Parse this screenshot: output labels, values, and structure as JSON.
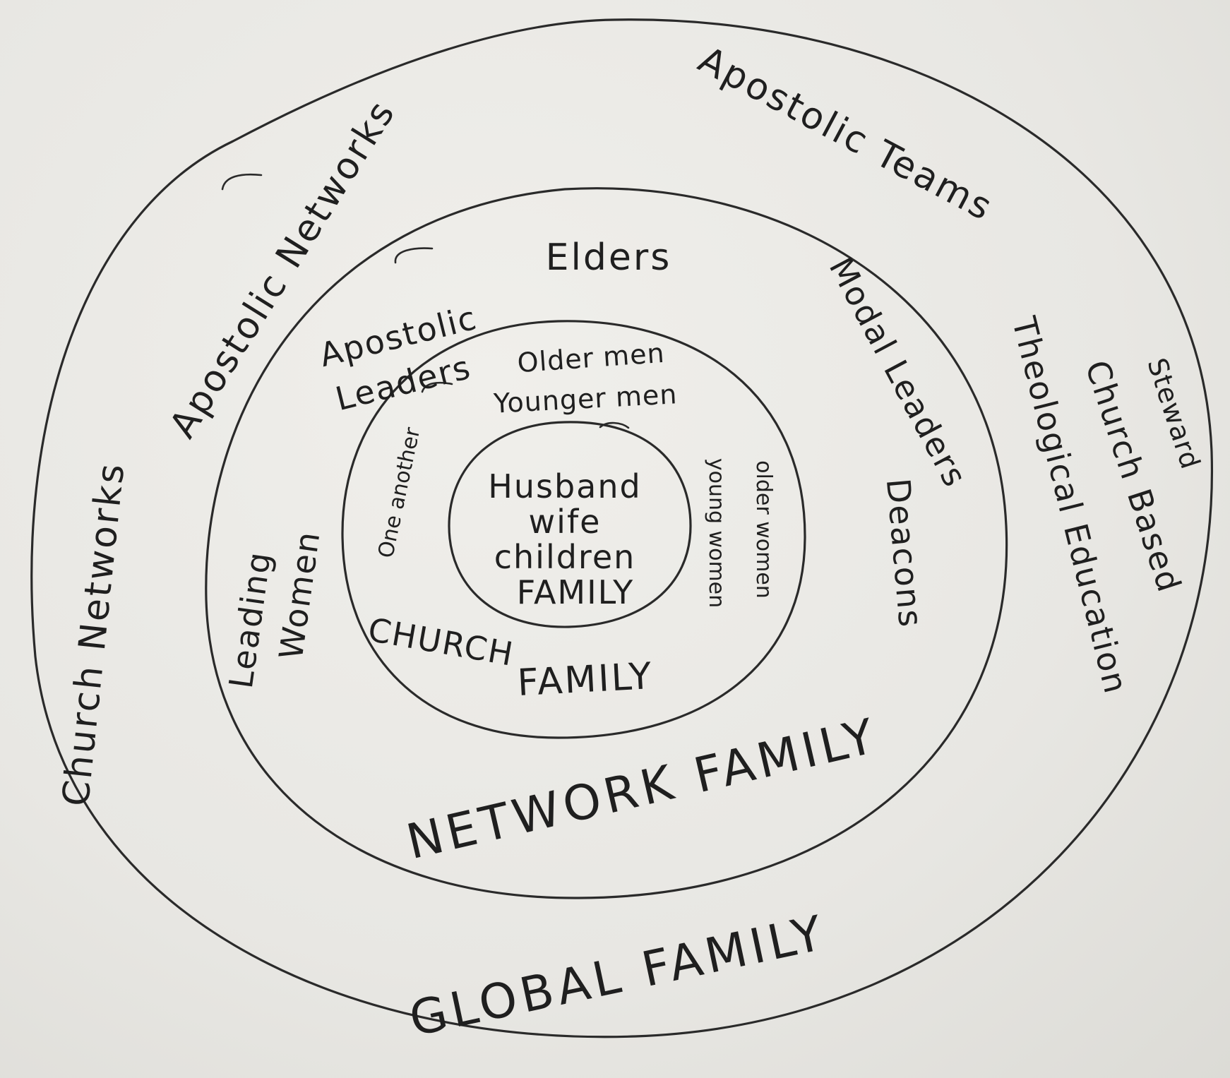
{
  "diagram": {
    "core": {
      "lines": [
        "Husband",
        "wife",
        "children",
        "FAMILY"
      ]
    },
    "church_family": {
      "title": [
        "CHURCH",
        "FAMILY"
      ],
      "older_men": "Older men",
      "younger_men": "Younger men",
      "older_women": "older women",
      "young_women": "young women",
      "one_another": "One another"
    },
    "network_family": {
      "title": "NETWORK FAMILY",
      "elders": "Elders",
      "apostolic_leaders": [
        "Apostolic",
        "Leaders"
      ],
      "modal_leaders": "Modal Leaders",
      "deacons": "Deacons",
      "leading_women": [
        "Leading",
        "Women"
      ]
    },
    "global_family": {
      "title": "GLOBAL FAMILY",
      "apostolic_networks": "Apostolic Networks",
      "apostolic_teams": "Apostolic Teams",
      "church_networks": "Church Networks",
      "steward": "Steward",
      "church_based": "Church Based",
      "theological_education": "Theological Education"
    }
  }
}
